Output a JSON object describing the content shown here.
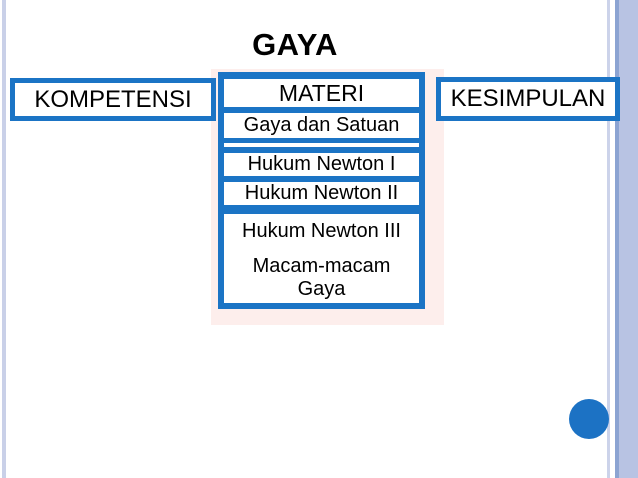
{
  "title": "GAYA",
  "nav": {
    "kompetensi": {
      "label": "KOMPETENSI"
    },
    "kesimpulan": {
      "label": "KESIMPULAN"
    }
  },
  "materi_menu": {
    "header": "MATERI",
    "items": [
      "Gaya dan Satuan",
      "Hukum Newton I",
      "Hukum Newton II",
      "Hukum Newton III",
      "Macam-macam Gaya"
    ]
  },
  "colors": {
    "accent_blue": "#1b74c5",
    "circle_blue": "#1c72c4",
    "shadow_pink": "#fdeeec",
    "side_band_light": "#c9d0e8",
    "side_band_medium": "#8ca4d2",
    "side_band_wide": "#b8c3e3"
  }
}
